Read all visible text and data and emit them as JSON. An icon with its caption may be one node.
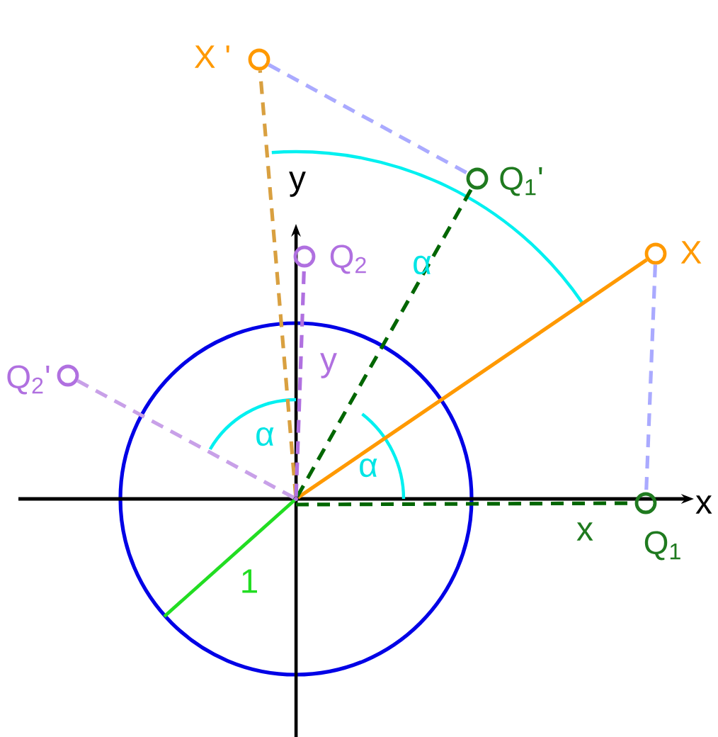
{
  "diagram": {
    "nodes": [
      {
        "text": [
          "X '"
        ]
      },
      {
        "text": [
          "Q$_{1}$'"
        ]
      },
      {
        "text": [
          "X"
        ]
      },
      {
        "text": [
          "Q$_{2}$"
        ]
      },
      {
        "text": [
          "Q$_{2}$'"
        ]
      },
      {
        "text": [],
        "shape": "circle"
      },
      {
        "text": [
          "Q$_{1}$"
        ]
      }
    ],
    "edges": [
      {
        "from": 5,
        "to": 2,
        "arrow": "none",
        "color": "#ff9900"
      },
      {
        "from": 5,
        "to": 0,
        "arrow": "none",
        "style": "dashed",
        "color": "#d9a040"
      },
      {
        "from": 5,
        "to": 1,
        "arrow": "none",
        "style": "dashed",
        "color": "#006600"
      },
      {
        "from": 5,
        "to": 6,
        "arrow": "none",
        "style": "dashed",
        "color": "#006600"
      },
      {
        "from": 5,
        "to": 3,
        "arrow": "none",
        "style": "dashed",
        "color": "#b070e0"
      },
      {
        "from": 5,
        "to": 4,
        "arrow": "none",
        "style": "dashed",
        "color": "#c8a0e8"
      },
      {
        "from": 2,
        "to": 6,
        "arrow": "none",
        "style": "dashed",
        "color": "#aaaaff"
      },
      {
        "from": 0,
        "to": 1,
        "arrow": "none",
        "style": "dashed",
        "color": "#aaaaff"
      }
    ],
    "labels": [
      "y",
      "α",
      "y",
      "α",
      "α",
      "x",
      "x",
      "1"
    ]
  }
}
